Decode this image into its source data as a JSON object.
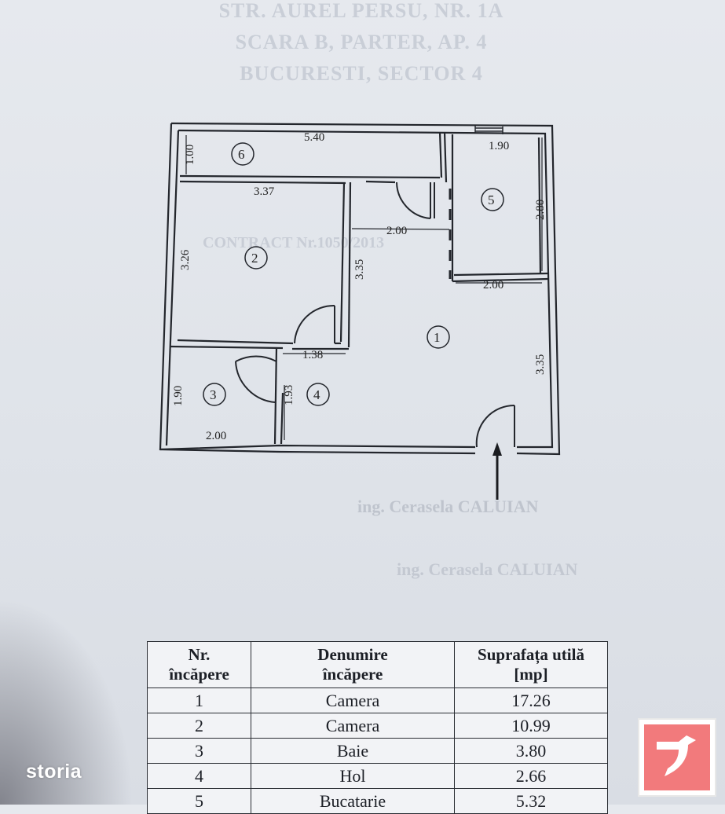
{
  "header_lines": [
    "STR. AUREL PERSU, NR. 1A",
    "SCARA B, PARTER, AP. 4",
    "BUCURESTI, SECTOR 4"
  ],
  "ghost_texts": {
    "contract": "CONTRACT Nr.1050/2013",
    "engineer1": "ing. Cerasela CALUIAN",
    "engineer2": "ing. Cerasela CALUIAN"
  },
  "rooms": [
    {
      "id": "1",
      "label": "1"
    },
    {
      "id": "2",
      "label": "2"
    },
    {
      "id": "3",
      "label": "3"
    },
    {
      "id": "4",
      "label": "4"
    },
    {
      "id": "5",
      "label": "5"
    },
    {
      "id": "6",
      "label": "6"
    }
  ],
  "dimensions": {
    "room6_length": "5.40",
    "room6_width": "1.00",
    "room2_length": "3.37",
    "room2_width": "3.26",
    "hall_wall": "3.35",
    "hall_width": "2.00",
    "room5_length": "1.90",
    "room5_width": "2.80",
    "room5_bottom": "2.00",
    "room1_right": "3.35",
    "corridor": "1.38",
    "room3_width": "1.90",
    "room3_length": "2.00",
    "room4_width": "1.93"
  },
  "table": {
    "headers": [
      [
        "Nr.",
        "încăpere"
      ],
      [
        "Denumire",
        "încăpere"
      ],
      [
        "Suprafața utilă",
        "[mp]"
      ]
    ],
    "rows": [
      {
        "nr": "1",
        "name": "Camera",
        "area": "17.26"
      },
      {
        "nr": "2",
        "name": "Camera",
        "area": "10.99"
      },
      {
        "nr": "3",
        "name": "Baie",
        "area": "3.80"
      },
      {
        "nr": "4",
        "name": "Hol",
        "area": "2.66"
      },
      {
        "nr": "5",
        "name": "Bucatarie",
        "area": "5.32"
      }
    ]
  },
  "branding": {
    "watermark_text": "storia",
    "accent_color": "#f27a7c"
  }
}
